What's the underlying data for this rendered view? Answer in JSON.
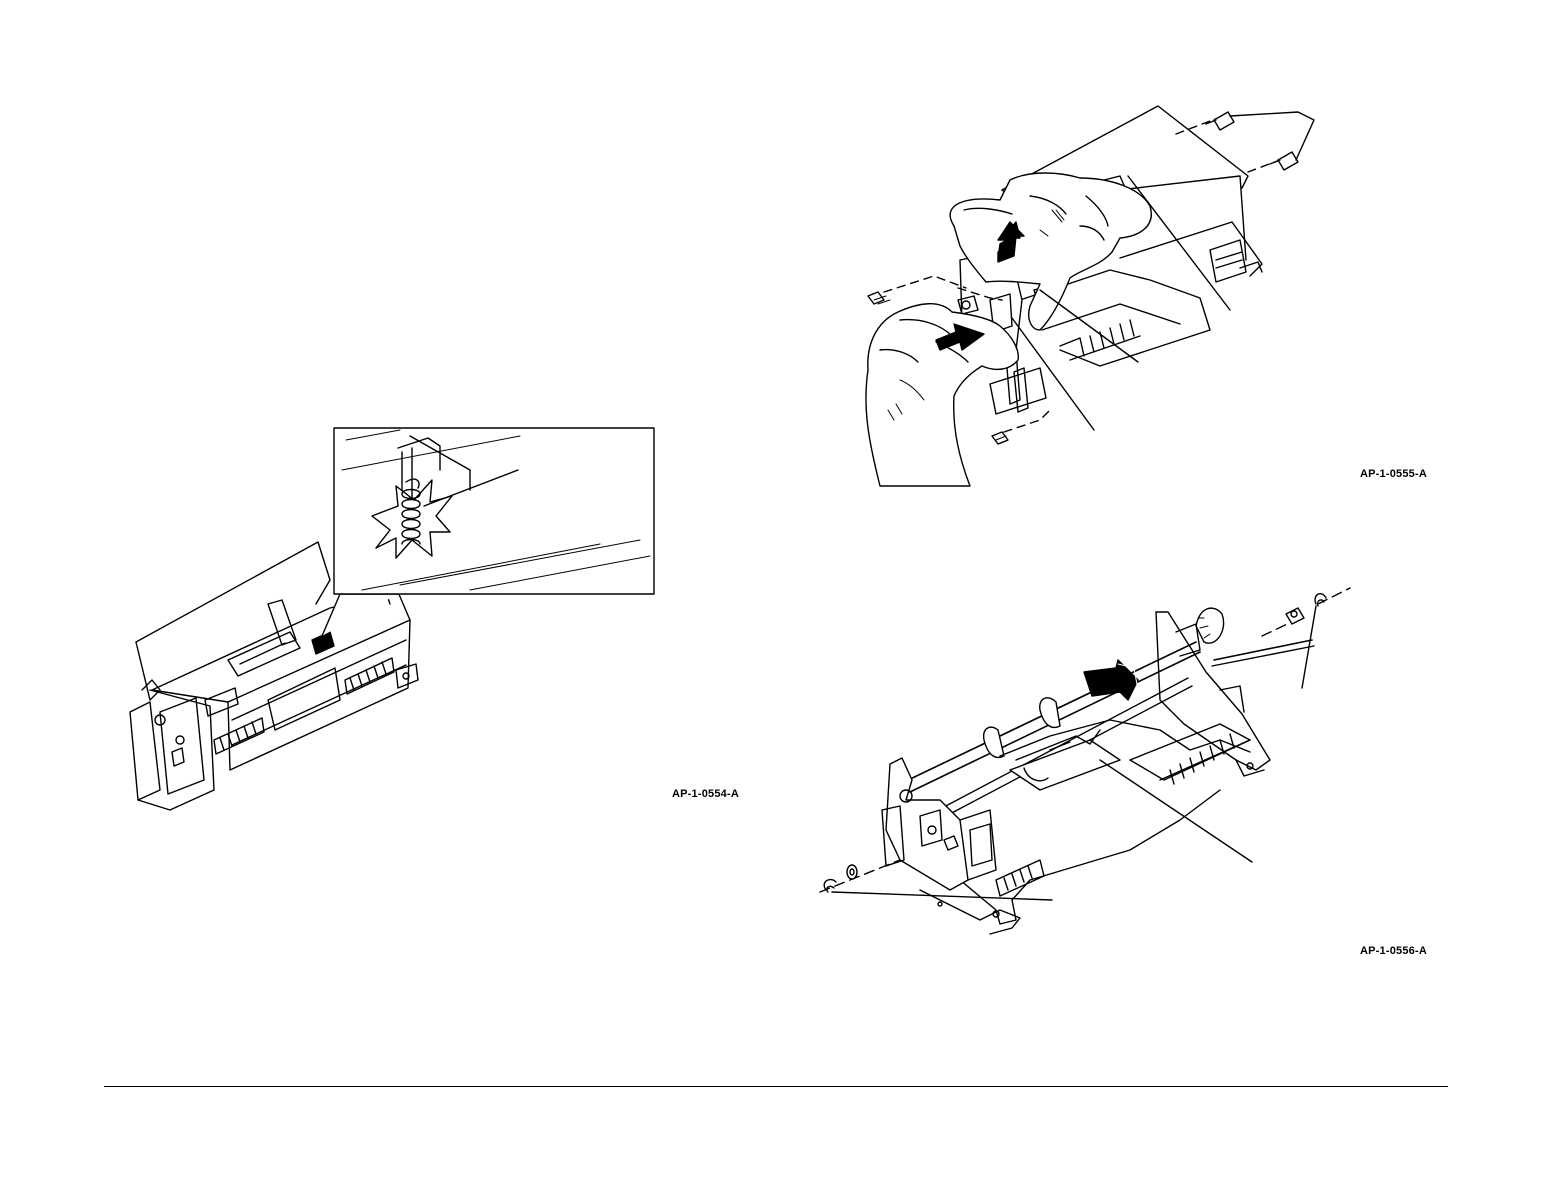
{
  "figures": [
    {
      "id": "fig-554",
      "label": "AP-1-0554-A"
    },
    {
      "id": "fig-555",
      "label": "AP-1-0555-A"
    },
    {
      "id": "fig-556",
      "label": "AP-1-0556-A"
    }
  ]
}
